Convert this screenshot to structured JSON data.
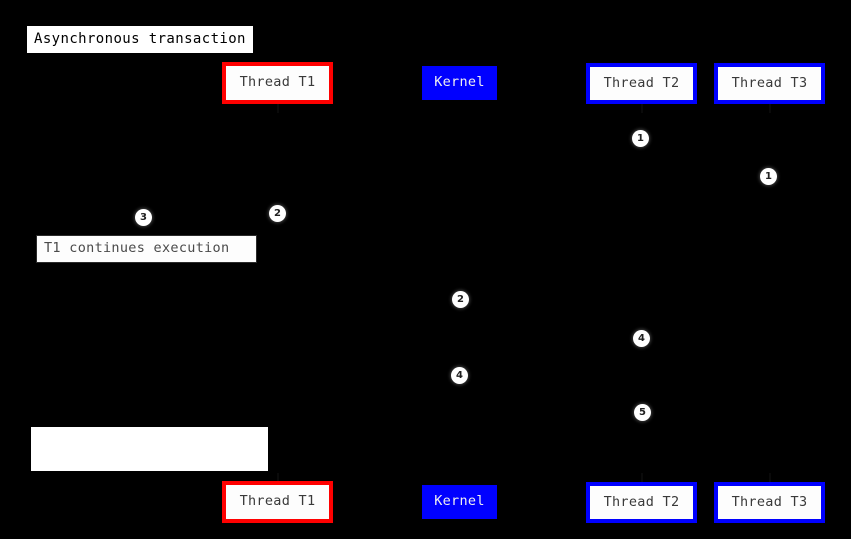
{
  "diagram": {
    "title": "Asynchronous transaction",
    "background_color": "#000000",
    "type": "uml-sequence-diagram"
  },
  "colors": {
    "red_accent": "#ff0000",
    "blue_accent": "#0000ff",
    "box_fill": "#ffffff",
    "text_dark": "#3a3a3a",
    "marker_fill": "#ffffff"
  },
  "participants_top": [
    {
      "label": "Thread T1",
      "style": "red-outline"
    },
    {
      "label": "Kernel",
      "style": "blue-fill"
    },
    {
      "label": "Thread T2",
      "style": "blue-outline"
    },
    {
      "label": "Thread T3",
      "style": "blue-outline"
    }
  ],
  "participants_bottom": [
    {
      "label": "Thread T1",
      "style": "red-outline"
    },
    {
      "label": "Kernel",
      "style": "blue-fill"
    },
    {
      "label": "Thread T2",
      "style": "blue-outline"
    },
    {
      "label": "Thread T3",
      "style": "blue-outline"
    }
  ],
  "notes": [
    {
      "text": "T1 continues execution",
      "style": "bordered"
    },
    {
      "text": "",
      "style": "blank"
    }
  ],
  "markers": [
    {
      "number": "1"
    },
    {
      "number": "1"
    },
    {
      "number": "3"
    },
    {
      "number": "2"
    },
    {
      "number": "2"
    },
    {
      "number": "4"
    },
    {
      "number": "4"
    },
    {
      "number": "5"
    }
  ]
}
